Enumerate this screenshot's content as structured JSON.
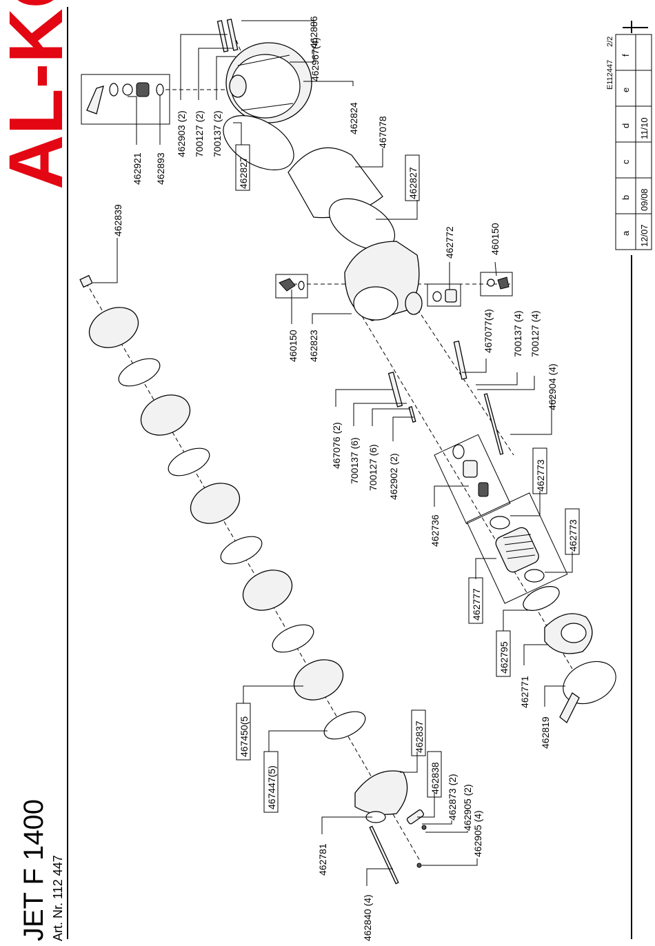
{
  "brand": {
    "logo_text": "AL-KO",
    "logo_color": "#e30613"
  },
  "header": {
    "title": "JET F 1400",
    "article_number": "Art. Nr. 112 447"
  },
  "document": {
    "code": "E112447",
    "sheet": "2/2"
  },
  "revisions": {
    "letters": [
      "a",
      "b",
      "c",
      "d",
      "e",
      "f"
    ],
    "dates": [
      "12/07",
      "09/08",
      "",
      "11/10",
      "",
      ""
    ]
  },
  "callouts": {
    "p462886": "462886",
    "p462967": "462967(4)",
    "p462824": "462824",
    "p467078": "467078",
    "p462827a": "462827",
    "p462827b": "462827",
    "p462921": "462921",
    "p462893": "462893",
    "p462903": "462903 (2)",
    "p700127a": "700127 (2)",
    "p700137a": "700137 (2)",
    "p462839": "462839",
    "p462772": "462772",
    "p460150a": "460150",
    "p460150b": "460150",
    "p462823": "462823",
    "p467077": "467077(4)",
    "p700137b": "700137 (4)",
    "p700127b": "700127 (4)",
    "p462904": "462904 (4)",
    "p467076": "467076 (2)",
    "p700137c": "700137 (6)",
    "p700127c": "700127 (6)",
    "p462902": "462902 (2)",
    "p462736": "462736",
    "p462773a": "462773",
    "p462773b": "462773",
    "p462777": "462777",
    "p462795": "462795",
    "p462771": "462771",
    "p462819": "462819",
    "p467450": "467450(5",
    "p467447": "467447(5)",
    "p462837": "462837",
    "p462838": "462838",
    "p462873": "462873 (2)",
    "p462905a": "462905 (2)",
    "p462905b": "462905 (4)",
    "p462781": "462781",
    "p462840": "462840 (4)"
  }
}
